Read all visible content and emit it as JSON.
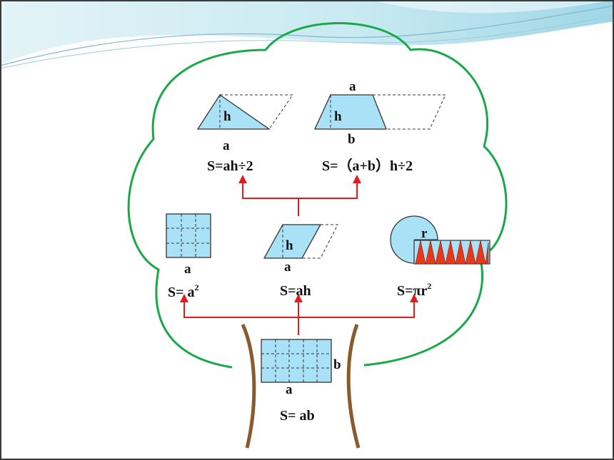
{
  "colors": {
    "shape_fill": "#a9e1f7",
    "tree_outline": "#1aa84a",
    "trunk": "#8a5a2b",
    "arrow": "#e01c1c",
    "sector_red": "#e8381a",
    "header_blue": "#cfeaf2"
  },
  "top_row": {
    "triangle": {
      "h": "h",
      "a": "a",
      "formula": "S=ah÷2"
    },
    "trapezoid": {
      "top": "a",
      "h": "h",
      "bottom": "b",
      "formula": "S=（a+b）h÷2"
    }
  },
  "middle_row": {
    "square": {
      "side": "a",
      "formula_prefix": "S= a",
      "exponent": "2"
    },
    "parallelogram": {
      "h": "h",
      "a": "a",
      "formula": "S=ah"
    },
    "circle": {
      "r": "r",
      "formula_prefix": "S=πr",
      "exponent": "2"
    }
  },
  "trunk_shape": {
    "rectangle": {
      "b": "b",
      "a": "a",
      "formula": "S= ab"
    }
  }
}
